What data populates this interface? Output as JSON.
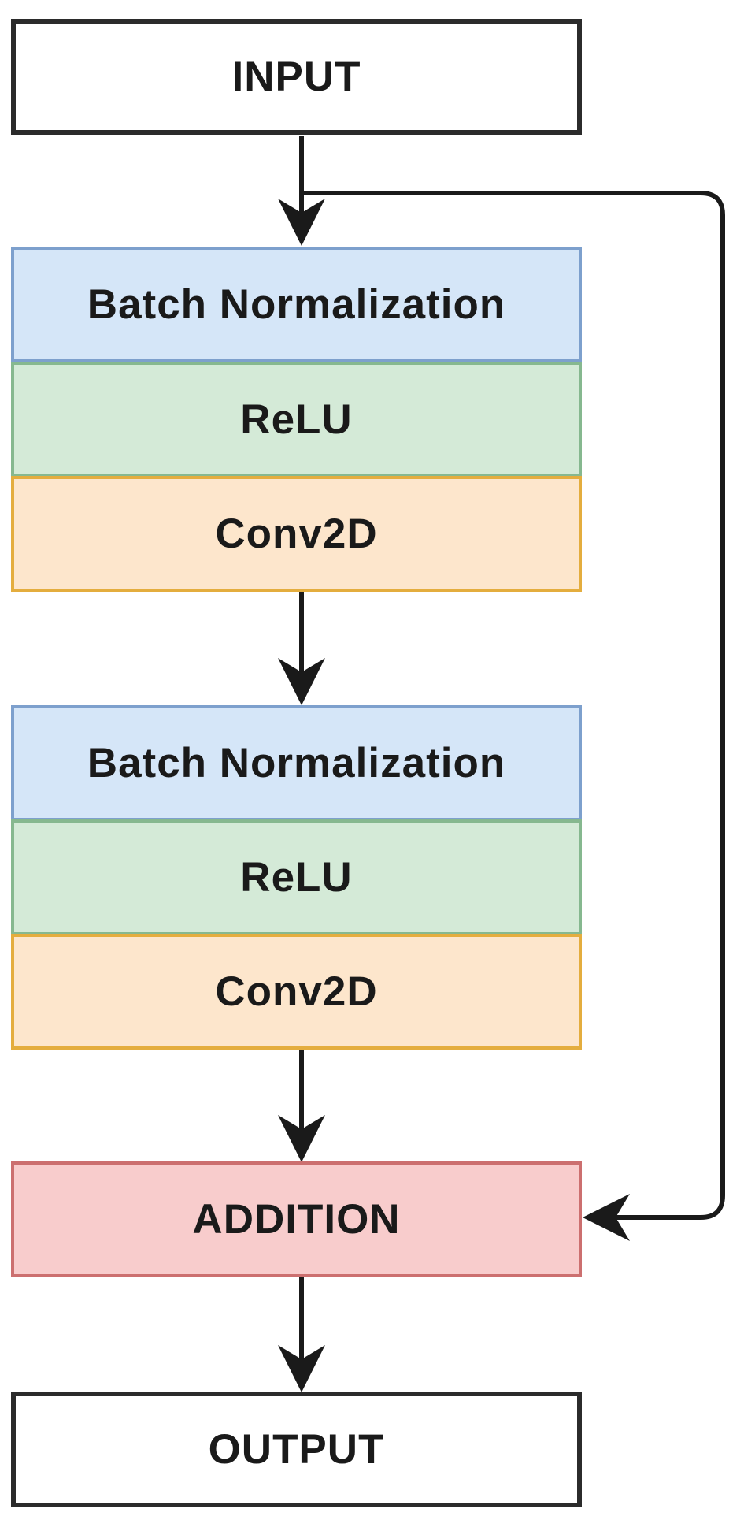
{
  "input_label": "INPUT",
  "block1": {
    "bn_label": "Batch Normalization",
    "relu_label": "ReLU",
    "conv_label": "Conv2D"
  },
  "block2": {
    "bn_label": "Batch Normalization",
    "relu_label": "ReLU",
    "conv_label": "Conv2D"
  },
  "addition_label": "ADDITION",
  "output_label": "OUTPUT",
  "colors": {
    "batch_norm_fill": "#d5e6f8",
    "relu_fill": "#d4ead7",
    "conv_fill": "#fde6cc",
    "addition_fill": "#f8cccc",
    "io_fill": "#ffffff",
    "stroke": "#1a1a1a"
  }
}
